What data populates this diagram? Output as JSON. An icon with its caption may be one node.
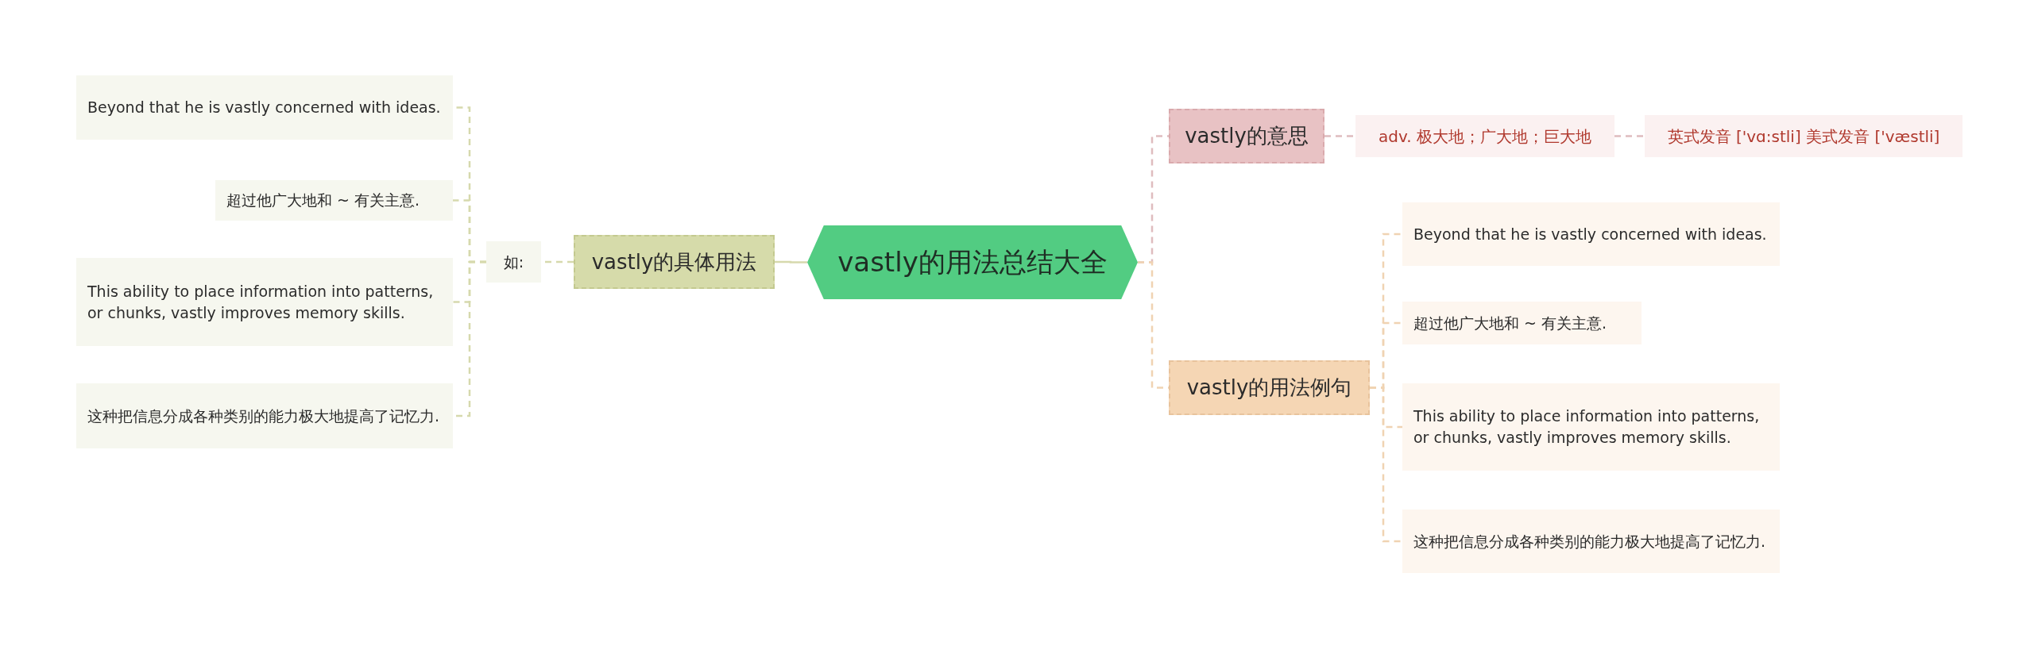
{
  "diagram": {
    "nodes": [
      {
        "text": [
          "vastly的用法总结大全"
        ]
      },
      {
        "text": [
          "vastly的意思"
        ]
      },
      {
        "text": [
          "adv. 极大地；广大地；巨大地"
        ]
      },
      {
        "text": [
          "英式发音 ['vɑ:stli] 美式发音 ['væstli]"
        ]
      },
      {
        "text": [
          "vastly的用法例句"
        ]
      },
      {
        "text": [
          "Beyond that he is vastly concerned with ideas."
        ]
      },
      {
        "text": [
          "超过他广大地和 ~ 有关主意."
        ]
      },
      {
        "text": [
          "This ability to place information into patterns, or chunks, vastly improves memory skills."
        ]
      },
      {
        "text": [
          "这种把信息分成各种类别的能力极大地提高了记忆力."
        ]
      },
      {
        "text": [
          "vastly的具体用法"
        ]
      },
      {
        "text": [
          "如:"
        ]
      },
      {
        "text": [
          "Beyond that he is vastly concerned with ideas."
        ]
      },
      {
        "text": [
          "超过他广大地和 ~ 有关主意."
        ]
      },
      {
        "text": [
          "This ability to place information into patterns, or chunks, vastly improves memory skills."
        ]
      },
      {
        "text": [
          "这种把信息分成各种类别的能力极大地提高了记忆力."
        ]
      }
    ],
    "edges": [
      {
        "from": 0,
        "to": 1,
        "arrow": "none",
        "style": "dashed",
        "color": "#dfbcbe"
      },
      {
        "from": 1,
        "to": 2,
        "arrow": "none",
        "style": "dashed",
        "color": "#dfbcbe"
      },
      {
        "from": 2,
        "to": 3,
        "arrow": "none",
        "style": "dashed",
        "color": "#dfbcbe"
      },
      {
        "from": 0,
        "to": 4,
        "arrow": "none",
        "style": "dashed",
        "color": "#f0d3b2"
      },
      {
        "from": 4,
        "to": 5,
        "arrow": "none",
        "style": "dashed",
        "color": "#f0d3b2"
      },
      {
        "from": 4,
        "to": 6,
        "arrow": "none",
        "style": "dashed",
        "color": "#f0d3b2"
      },
      {
        "from": 4,
        "to": 7,
        "arrow": "none",
        "style": "dashed",
        "color": "#f0d3b2"
      },
      {
        "from": 4,
        "to": 8,
        "arrow": "none",
        "style": "dashed",
        "color": "#f0d3b2"
      },
      {
        "from": 0,
        "to": 9,
        "arrow": "none",
        "color": "#d6d9ad"
      },
      {
        "from": 9,
        "to": 10,
        "arrow": "none",
        "style": "dashed",
        "color": "#d6d9ad"
      },
      {
        "from": 10,
        "to": 11,
        "arrow": "none",
        "style": "dashed",
        "color": "#d6d9ad"
      },
      {
        "from": 10,
        "to": 12,
        "arrow": "none",
        "style": "dashed",
        "color": "#d6d9ad"
      },
      {
        "from": 10,
        "to": 13,
        "arrow": "none",
        "style": "dashed",
        "color": "#d6d9ad"
      },
      {
        "from": 10,
        "to": 14,
        "arrow": "none",
        "style": "dashed",
        "color": "#d6d9ad"
      }
    ]
  }
}
